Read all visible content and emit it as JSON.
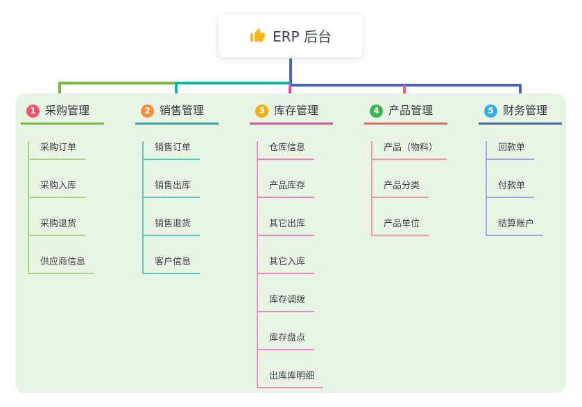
{
  "root": {
    "title": "ERP 后台",
    "icon": "thumbs-up"
  },
  "colors": {
    "canvas_bg": "#ffffff",
    "panel_bg": "#e9f5e4",
    "icon_yellow": "#f5b915",
    "root_text": "#3d4350",
    "item_text": "#3a3e44"
  },
  "branches": [
    {
      "num": "1",
      "label": "采购管理",
      "badge_color": "#f0536b",
      "line_color": "#79b83f",
      "item_line_color": "#a8d483",
      "items": [
        "采购订单",
        "采购入库",
        "采购退货",
        "供应商信息"
      ]
    },
    {
      "num": "2",
      "label": "销售管理",
      "badge_color": "#fb8d3d",
      "line_color": "#12b2a6",
      "item_line_color": "#63c8c0",
      "items": [
        "销售订单",
        "销售出库",
        "销售退货",
        "客户信息"
      ]
    },
    {
      "num": "3",
      "label": "库存管理",
      "badge_color": "#fbad18",
      "line_color": "#e54a9d",
      "item_line_color": "#ef85c1",
      "items": [
        "仓库信息",
        "产品库存",
        "其它出库",
        "其它入库",
        "库存调拨",
        "库存盘点",
        "出库库明细"
      ]
    },
    {
      "num": "4",
      "label": "产品管理",
      "badge_color": "#34b94e",
      "line_color": "#f8606c",
      "item_line_color": "#fa9ba4",
      "items": [
        "产品（物料）",
        "产品分类",
        "产品单位"
      ]
    },
    {
      "num": "5",
      "label": "财务管理",
      "badge_color": "#32aee6",
      "line_color": "#4a60d0",
      "item_line_color": "#9cabe4",
      "items": [
        "回款单",
        "付款单",
        "结算账户"
      ]
    }
  ]
}
